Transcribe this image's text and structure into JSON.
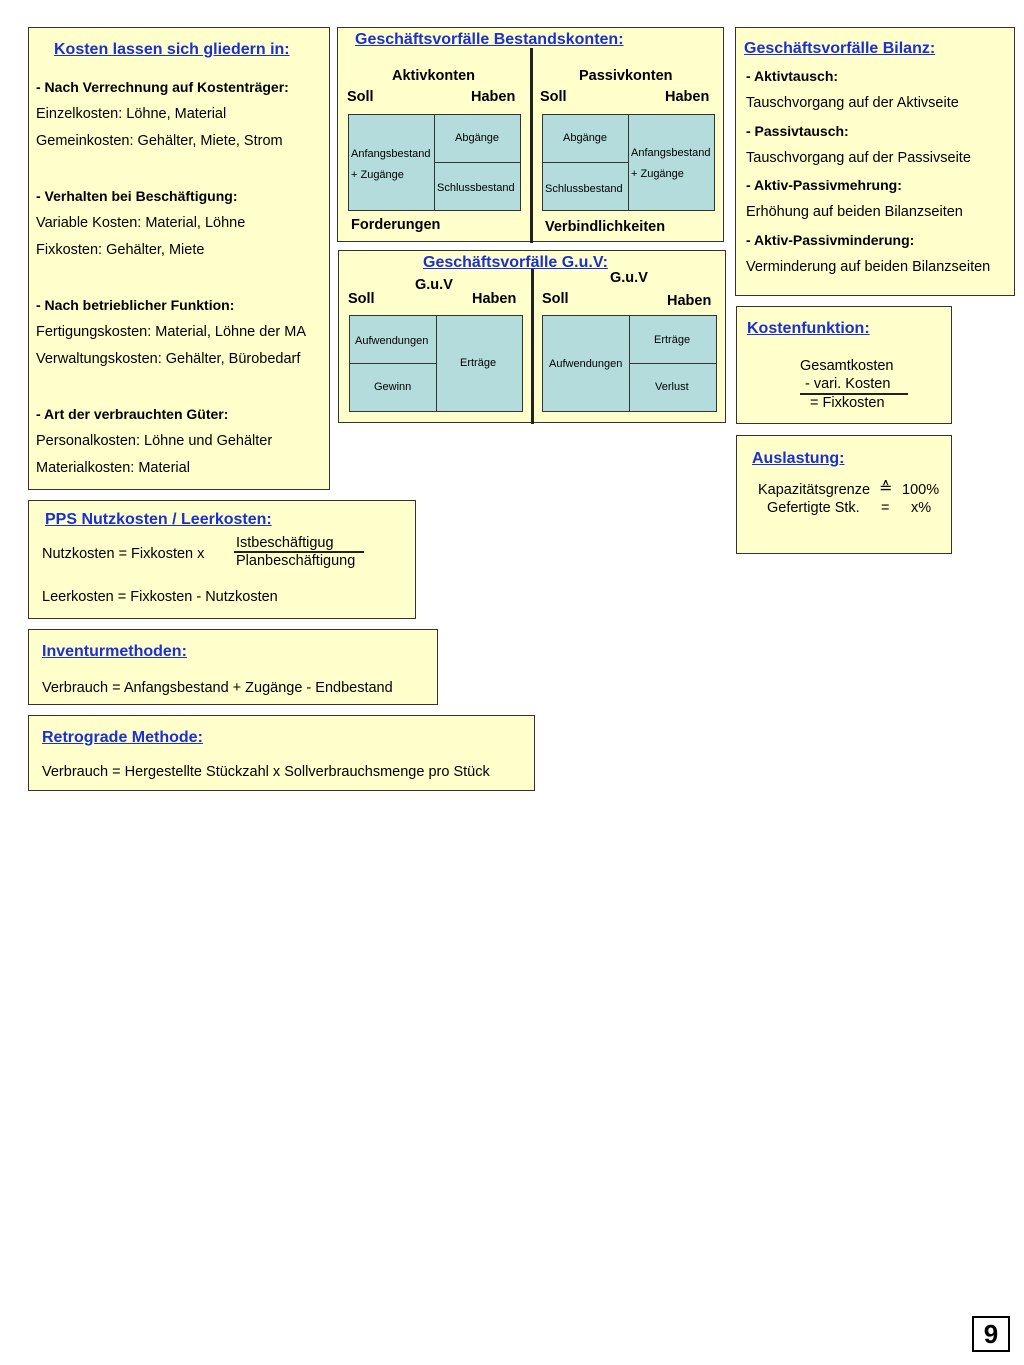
{
  "kosten": {
    "title": "Kosten lassen sich gliedern in:",
    "h1": "- Nach Verrechnung auf Kostenträger:",
    "l1": "Einzelkosten: Löhne, Material",
    "l2": "Gemeinkosten: Gehälter, Miete, Strom",
    "h2": "- Verhalten bei Beschäftigung:",
    "l3": "Variable Kosten: Material, Löhne",
    "l4": "Fixkosten: Gehälter, Miete",
    "h3": "- Nach betrieblicher Funktion:",
    "l5": "Fertigungskosten: Material, Löhne der MA",
    "l6": "Verwaltungskosten: Gehälter, Bürobedarf",
    "h4": "- Art der verbrauchten Güter:",
    "l7": "Personalkosten: Löhne und Gehälter",
    "l8": "Materialkosten: Material"
  },
  "bestand": {
    "title": "Geschäftsvorfälle Bestandskonten:",
    "aktiv": "Aktivkonten",
    "passiv": "Passivkonten",
    "soll": "Soll",
    "haben": "Haben",
    "anfang": "Anfangsbestand",
    "zugaenge": "+ Zugänge",
    "abgaenge": "Abgänge",
    "schluss": "Schlussbestand",
    "forderungen": "Forderungen",
    "verbindlichkeiten": "Verbindlichkeiten"
  },
  "guv": {
    "title": "Geschäftsvorfälle G.u.V:",
    "label": "G.u.V",
    "soll": "Soll",
    "haben": "Haben",
    "aufwendungen": "Aufwendungen",
    "gewinn": "Gewinn",
    "ertraege": "Erträge",
    "verlust": "Verlust"
  },
  "bilanz": {
    "title": "Geschäftsvorfälle Bilanz:",
    "h1": "- Aktivtausch:",
    "l1": "Tauschvorgang auf der Aktivseite",
    "h2": "- Passivtausch:",
    "l2": "Tauschvorgang auf der Passivseite",
    "h3": "- Aktiv-Passivmehrung:",
    "l3": "Erhöhung auf beiden Bilanzseiten",
    "h4": "- Aktiv-Passivminderung:",
    "l4": "Verminderung auf beiden Bilanzseiten"
  },
  "kostenfunktion": {
    "title": "Kostenfunktion:",
    "l1": "Gesamtkosten",
    "l2": "- vari. Kosten",
    "l3": "= Fixkosten"
  },
  "auslastung": {
    "title": "Auslastung:",
    "l1": "Kapazitätsgrenze",
    "l2": "Gefertigte Stk.",
    "sym1": "≙",
    "sym2": "=",
    "v1": "100%",
    "v2": "x%"
  },
  "pps": {
    "title": "PPS Nutzkosten / Leerkosten:",
    "f1": "Nutzkosten = Fixkosten  x",
    "num": "Istbeschäftigug",
    "den": "Planbeschäftigung",
    "f2": "Leerkosten = Fixkosten  -  Nutzkosten"
  },
  "inventur": {
    "title": "Inventurmethoden:",
    "text": "Verbrauch = Anfangsbestand + Zugänge - Endbestand"
  },
  "retro": {
    "title": "Retrograde Methode:",
    "text": "Verbrauch = Hergestellte Stückzahl x Sollverbrauchsmenge pro Stück"
  },
  "page_number": "9"
}
